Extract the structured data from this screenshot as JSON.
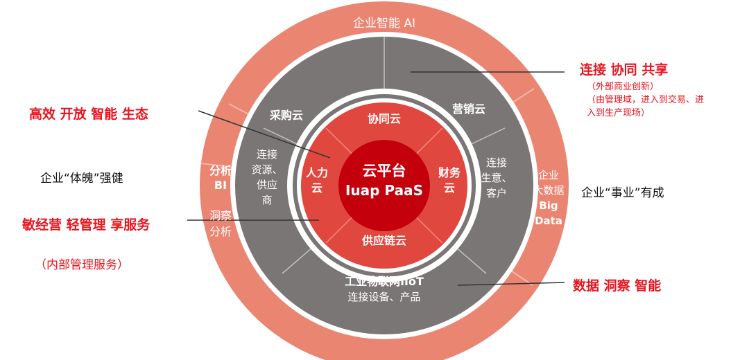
{
  "colors": {
    "outer_ring": "#ea8572",
    "outer_ring_gap": "#f4b7aa",
    "gray_ring": "#7a7676",
    "gray_inner": "#6c6868",
    "inner_red": "#e0473e",
    "core_red": "#c4000c",
    "accent_red": "#e8141e",
    "white": "#ffffff"
  },
  "outer_ring": {
    "top": "企业智能 AI",
    "left_title": "分析",
    "left_sub": "BI",
    "left_line1": "洞察",
    "left_line2": "分析",
    "right_line1": "企业",
    "right_line2": "大数据",
    "right_line3": "Big",
    "right_line4": "Data"
  },
  "gray_ring": {
    "caigou": "采购云",
    "yingxiao": "营销云",
    "left_l1": "连接",
    "left_l2": "资源、",
    "left_l3": "供应",
    "left_l4": "商",
    "right_l1": "连接",
    "right_l2": "生意、",
    "right_l3": "客户",
    "bottom_title": "工业物联网IIoT",
    "bottom_sub": "连接设备、产品"
  },
  "inner_ring": {
    "top": "协同云",
    "left_l1": "人力",
    "left_l2": "云",
    "right_l1": "财务",
    "right_l2": "云",
    "bottom": "供应链云"
  },
  "core": {
    "line1": "云平台",
    "line2": "Iuap PaaS"
  },
  "side_labels": {
    "left_top": "高效  开放  智能  生态",
    "left_mid": "企业“体魄”强健",
    "left_bottom": "敏经营 轻管理 享服务",
    "left_bottom_sub": "（内部管理服务）",
    "right_top": "连接 协同 共享",
    "right_top_sub1": "（外部商业创新）",
    "right_top_sub2": "（由管理域，进入到交易、进",
    "right_top_sub3": "入到生产现场）",
    "right_mid": "企业“事业”有成",
    "right_bottom": "数据 洞察 智能"
  }
}
